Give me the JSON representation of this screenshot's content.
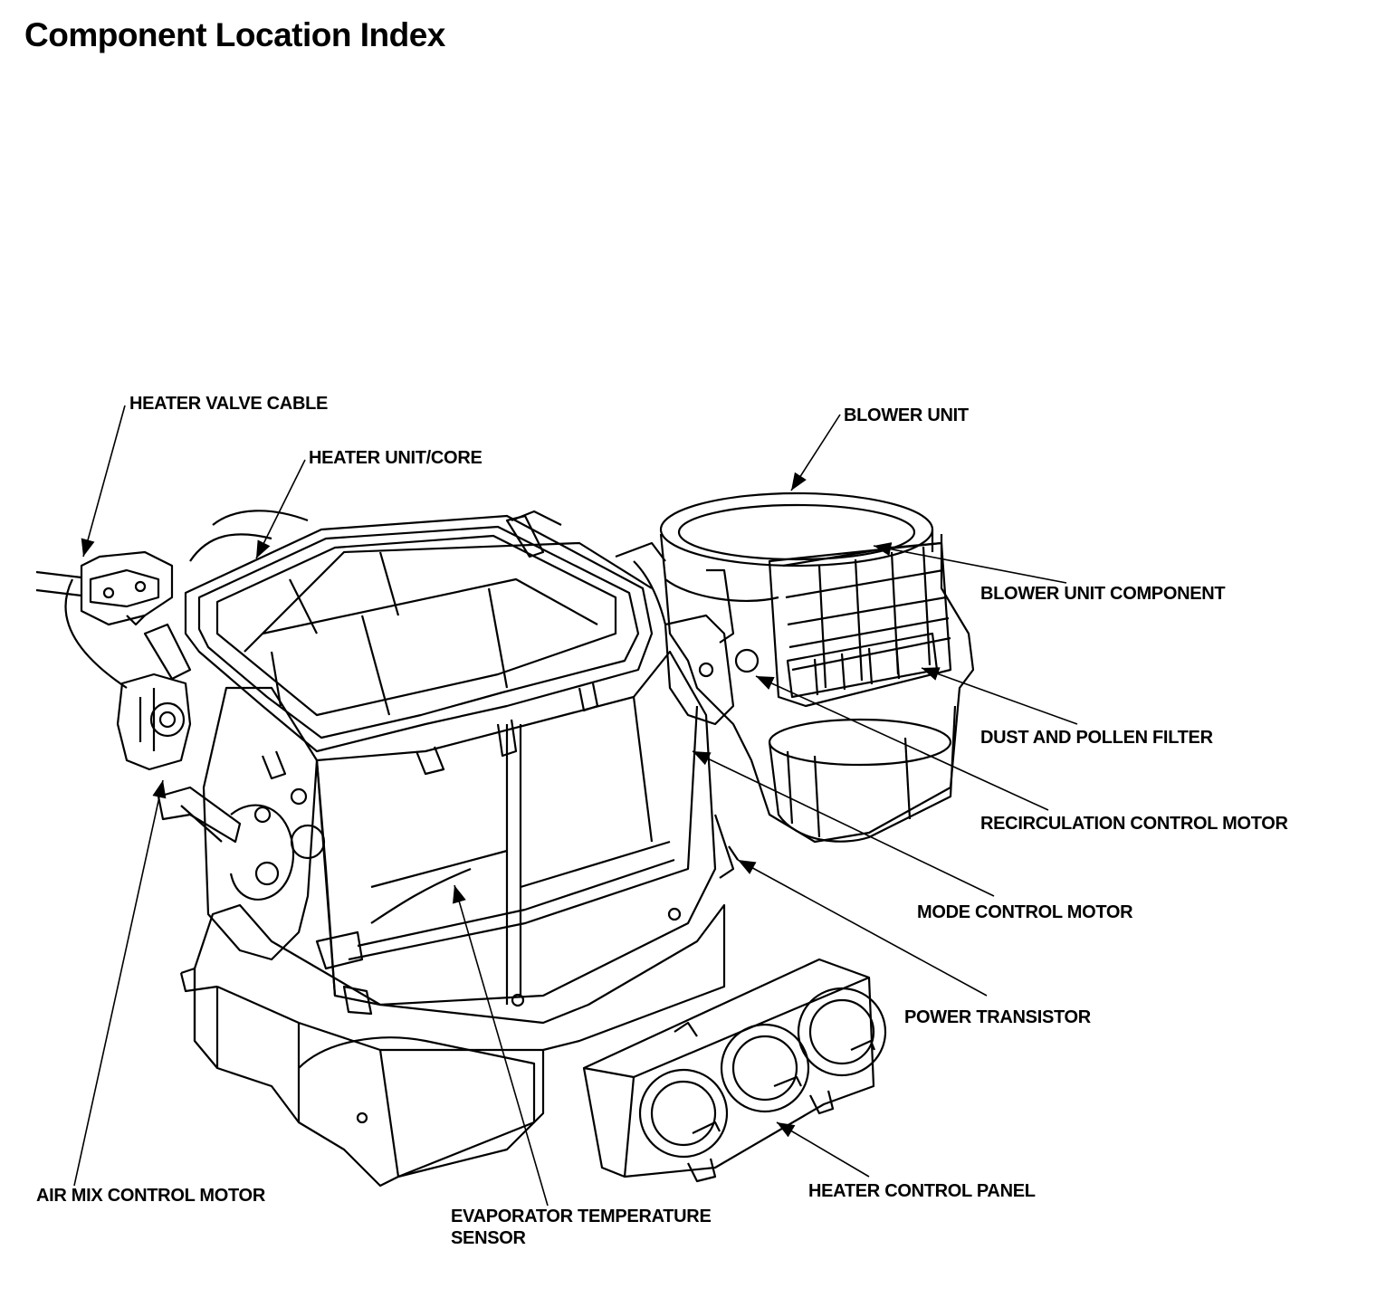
{
  "page": {
    "title": "Component Location Index"
  },
  "labels": {
    "heater_valve_cable": "HEATER VALVE CABLE",
    "heater_unit_core": "HEATER UNIT/CORE",
    "blower_unit": "BLOWER UNIT",
    "blower_unit_component": "BLOWER UNIT COMPONENT",
    "dust_pollen_filter": "DUST AND POLLEN FILTER",
    "recirculation_control_motor": "RECIRCULATION CONTROL MOTOR",
    "mode_control_motor": "MODE CONTROL MOTOR",
    "power_transistor": "POWER TRANSISTOR",
    "heater_control_panel": "HEATER CONTROL PANEL",
    "air_mix_control_motor": "AIR MIX CONTROL MOTOR",
    "evaporator_temp_sensor_line1": "EVAPORATOR TEMPERATURE",
    "evaporator_temp_sensor_line2": "SENSOR"
  }
}
